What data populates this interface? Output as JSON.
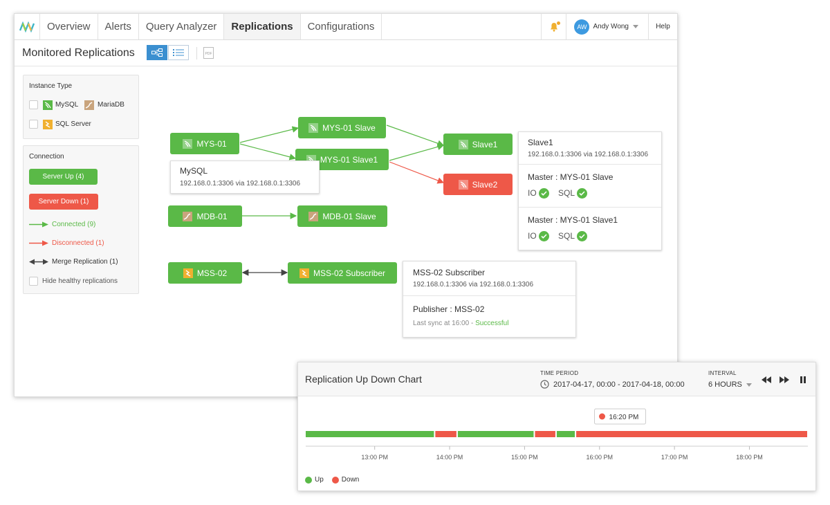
{
  "nav": {
    "tabs": [
      {
        "label": "Overview"
      },
      {
        "label": "Alerts"
      },
      {
        "label": "Query Analyzer"
      },
      {
        "label": "Replications"
      },
      {
        "label": "Configurations"
      }
    ],
    "active_tab": "Replications",
    "user": {
      "initials": "AW",
      "name": "Andy Wong"
    },
    "help_label": "Help"
  },
  "page": {
    "title": "Monitored Replications",
    "pdf_label": "PDF"
  },
  "filters": {
    "instance_type": {
      "title": "Instance Type",
      "options": [
        {
          "label": "MySQL",
          "icon": "mysql-icon"
        },
        {
          "label": "MariaDB",
          "icon": "mariadb-icon"
        },
        {
          "label": "SQL Server",
          "icon": "sqlserver-icon"
        }
      ]
    },
    "connection": {
      "title": "Connection",
      "server_up": "Server Up (4)",
      "server_down": "Server Down (1)",
      "connected": "Connected (9)",
      "disconnected": "Disconnected (1)",
      "merge": "Merge Replication (1)",
      "hide_healthy": "Hide healthy replications"
    }
  },
  "colors": {
    "up": "#5ab947",
    "down": "#ee5848",
    "merge": "#444444",
    "accent": "#3b8fd0"
  },
  "nodes": {
    "mys01": {
      "label": "MYS-01",
      "status": "up",
      "icon": "mysql-icon"
    },
    "mys01_slave": {
      "label": "MYS-01 Slave",
      "status": "up",
      "icon": "mysql-icon"
    },
    "mys01_slave1": {
      "label": "MYS-01 Slave1",
      "status": "up",
      "icon": "mysql-icon"
    },
    "slave1": {
      "label": "Slave1",
      "status": "up",
      "icon": "mysql-icon"
    },
    "slave2": {
      "label": "Slave2",
      "status": "down",
      "icon": "mysql-icon"
    },
    "mdb01": {
      "label": "MDB-01",
      "status": "up",
      "icon": "mariadb-icon"
    },
    "mdb01_slave": {
      "label": "MDB-01 Slave",
      "status": "up",
      "icon": "mariadb-icon"
    },
    "mss02": {
      "label": "MSS-02",
      "status": "up",
      "icon": "sqlserver-icon"
    },
    "mss02_sub": {
      "label": "MSS-02 Subscriber",
      "status": "up",
      "icon": "sqlserver-icon"
    }
  },
  "tooltips": {
    "mysql": {
      "title": "MySQL",
      "address": "192.168.0.1:3306 via 192.168.0.1:3306"
    },
    "slave1": {
      "title": "Slave1",
      "address": "192.168.0.1:3306 via 192.168.0.1:3306",
      "masters": [
        {
          "label": "Master : MYS-01 Slave",
          "io": "IO",
          "sql": "SQL"
        },
        {
          "label": "Master : MYS-01 Slave1",
          "io": "IO",
          "sql": "SQL"
        }
      ]
    },
    "mss02_sub": {
      "title": "MSS-02 Subscriber",
      "address": "192.168.0.1:3306 via 192.168.0.1:3306",
      "publisher": "Publisher : MSS-02",
      "last_sync": "Last sync at 16:00 - ",
      "sync_status": "Successful"
    }
  },
  "chart": {
    "title": "Replication Up Down Chart",
    "time_period_label": "TIME PERIOD",
    "time_period": "2017-04-17, 00:00 - 2017-04-18, 00:00",
    "interval_label": "INTERVAL",
    "interval": "6 HOURS",
    "marker_label": "16:20 PM",
    "legend": {
      "up": "Up",
      "down": "Down"
    }
  },
  "chart_data": {
    "type": "timeline",
    "x_domain_hours": [
      12.08,
      18.78
    ],
    "ticks": [
      {
        "label": "13:00 PM",
        "value": 13
      },
      {
        "label": "14:00 PM",
        "value": 14
      },
      {
        "label": "15:00 PM",
        "value": 15
      },
      {
        "label": "16:00 PM",
        "value": 16
      },
      {
        "label": "17:00 PM",
        "value": 17
      },
      {
        "label": "18:00 PM",
        "value": 18
      }
    ],
    "segments": [
      {
        "start": 12.08,
        "end": 13.8,
        "status": "up"
      },
      {
        "start": 13.8,
        "end": 14.1,
        "status": "down"
      },
      {
        "start": 14.1,
        "end": 15.13,
        "status": "up"
      },
      {
        "start": 15.13,
        "end": 15.42,
        "status": "down"
      },
      {
        "start": 15.42,
        "end": 15.68,
        "status": "up"
      },
      {
        "start": 15.68,
        "end": 18.78,
        "status": "down"
      }
    ],
    "marker": {
      "value": 16.33,
      "status": "down"
    }
  }
}
